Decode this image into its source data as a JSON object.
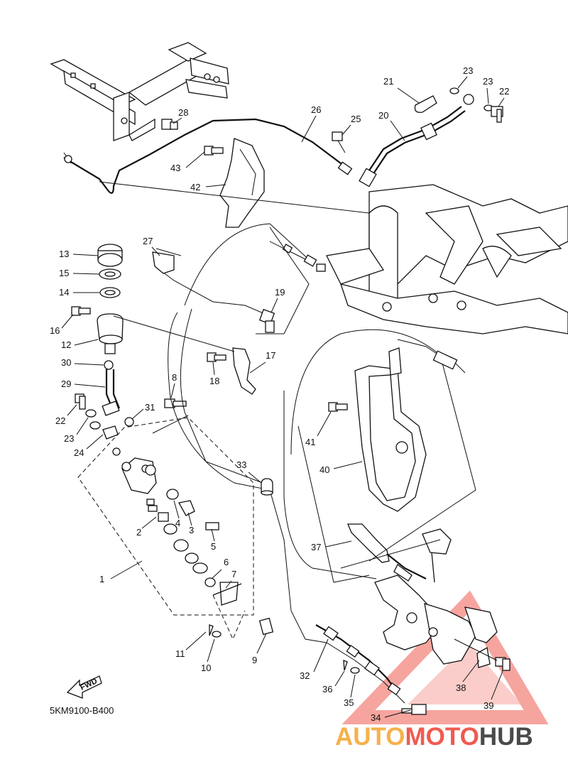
{
  "diagram_code": "5KM9100-B400",
  "fwd_label": "FWD",
  "watermark": {
    "part1": "AUTO",
    "part2": "MOTO",
    "part3": "HUB",
    "triangle_color": "#f05a50",
    "accent_color": "#f6b14b",
    "dark_color": "#4a4a4a"
  },
  "callouts": {
    "c1": "1",
    "c2": "2",
    "c3": "3",
    "c4": "4",
    "c5": "5",
    "c6": "6",
    "c7": "7",
    "c8": "8",
    "c9": "9",
    "c10": "10",
    "c11": "11",
    "c12": "12",
    "c13": "13",
    "c14": "14",
    "c15": "15",
    "c16": "16",
    "c17": "17",
    "c18": "18",
    "c19": "19",
    "c20": "20",
    "c21": "21",
    "c22a": "22",
    "c22b": "22",
    "c23a": "23",
    "c23b": "23",
    "c23c": "23",
    "c24": "24",
    "c25": "25",
    "c26": "26",
    "c27": "27",
    "c28": "28",
    "c29": "29",
    "c30": "30",
    "c31": "31",
    "c32": "32",
    "c33": "33",
    "c34": "34",
    "c35": "35",
    "c36": "36",
    "c37": "37",
    "c38": "38",
    "c39": "39",
    "c40": "40",
    "c41": "41",
    "c42": "42",
    "c43": "43"
  }
}
